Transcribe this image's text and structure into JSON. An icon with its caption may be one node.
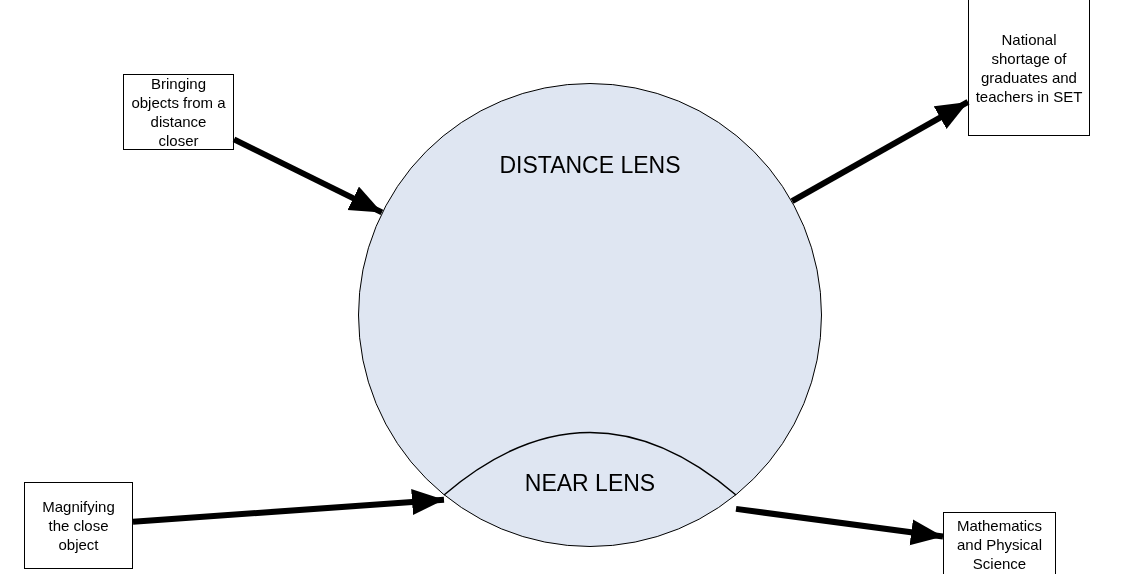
{
  "diagram": {
    "nodes": [
      {
        "text": [
          "Bringing objects from a distance closer"
        ]
      },
      {
        "text": [
          "National shortage of graduates and teachers in SET"
        ]
      },
      {
        "text": [
          "DISTANCE LENS"
        ]
      },
      {
        "text": [
          "NEAR LENS"
        ],
        "in": 2
      },
      {
        "text": [
          "Magnifying the close object"
        ]
      },
      {
        "text": [
          "Mathematics and Physical Science"
        ]
      }
    ],
    "edges": [
      {
        "from": 0,
        "to": 2,
        "arrow": "to"
      },
      {
        "from": 2,
        "to": 1,
        "arrow": "to"
      },
      {
        "from": 4,
        "to": 3,
        "arrow": "to"
      },
      {
        "from": 3,
        "to": 5,
        "arrow": "to"
      }
    ]
  }
}
